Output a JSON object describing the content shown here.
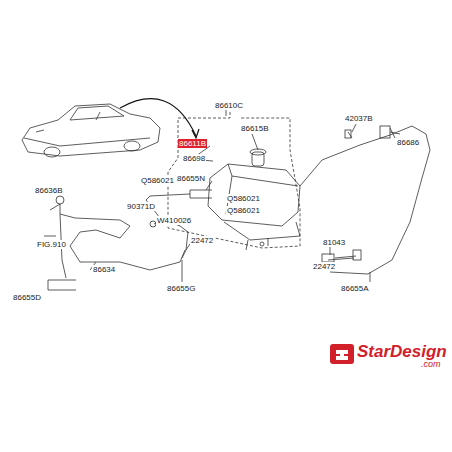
{
  "diagram": {
    "labels": [
      "86610C",
      "86615B",
      "86611B",
      "86698",
      "86655N",
      "Q586021",
      "Q586021",
      "Q586021",
      "86636B",
      "90371D",
      "W410026",
      "FIG.910",
      "86634",
      "86655D",
      "22472",
      "86655G",
      "22472",
      "81043",
      "86655A",
      "42037B",
      "86686",
      "StarDesign",
      ".com"
    ]
  }
}
